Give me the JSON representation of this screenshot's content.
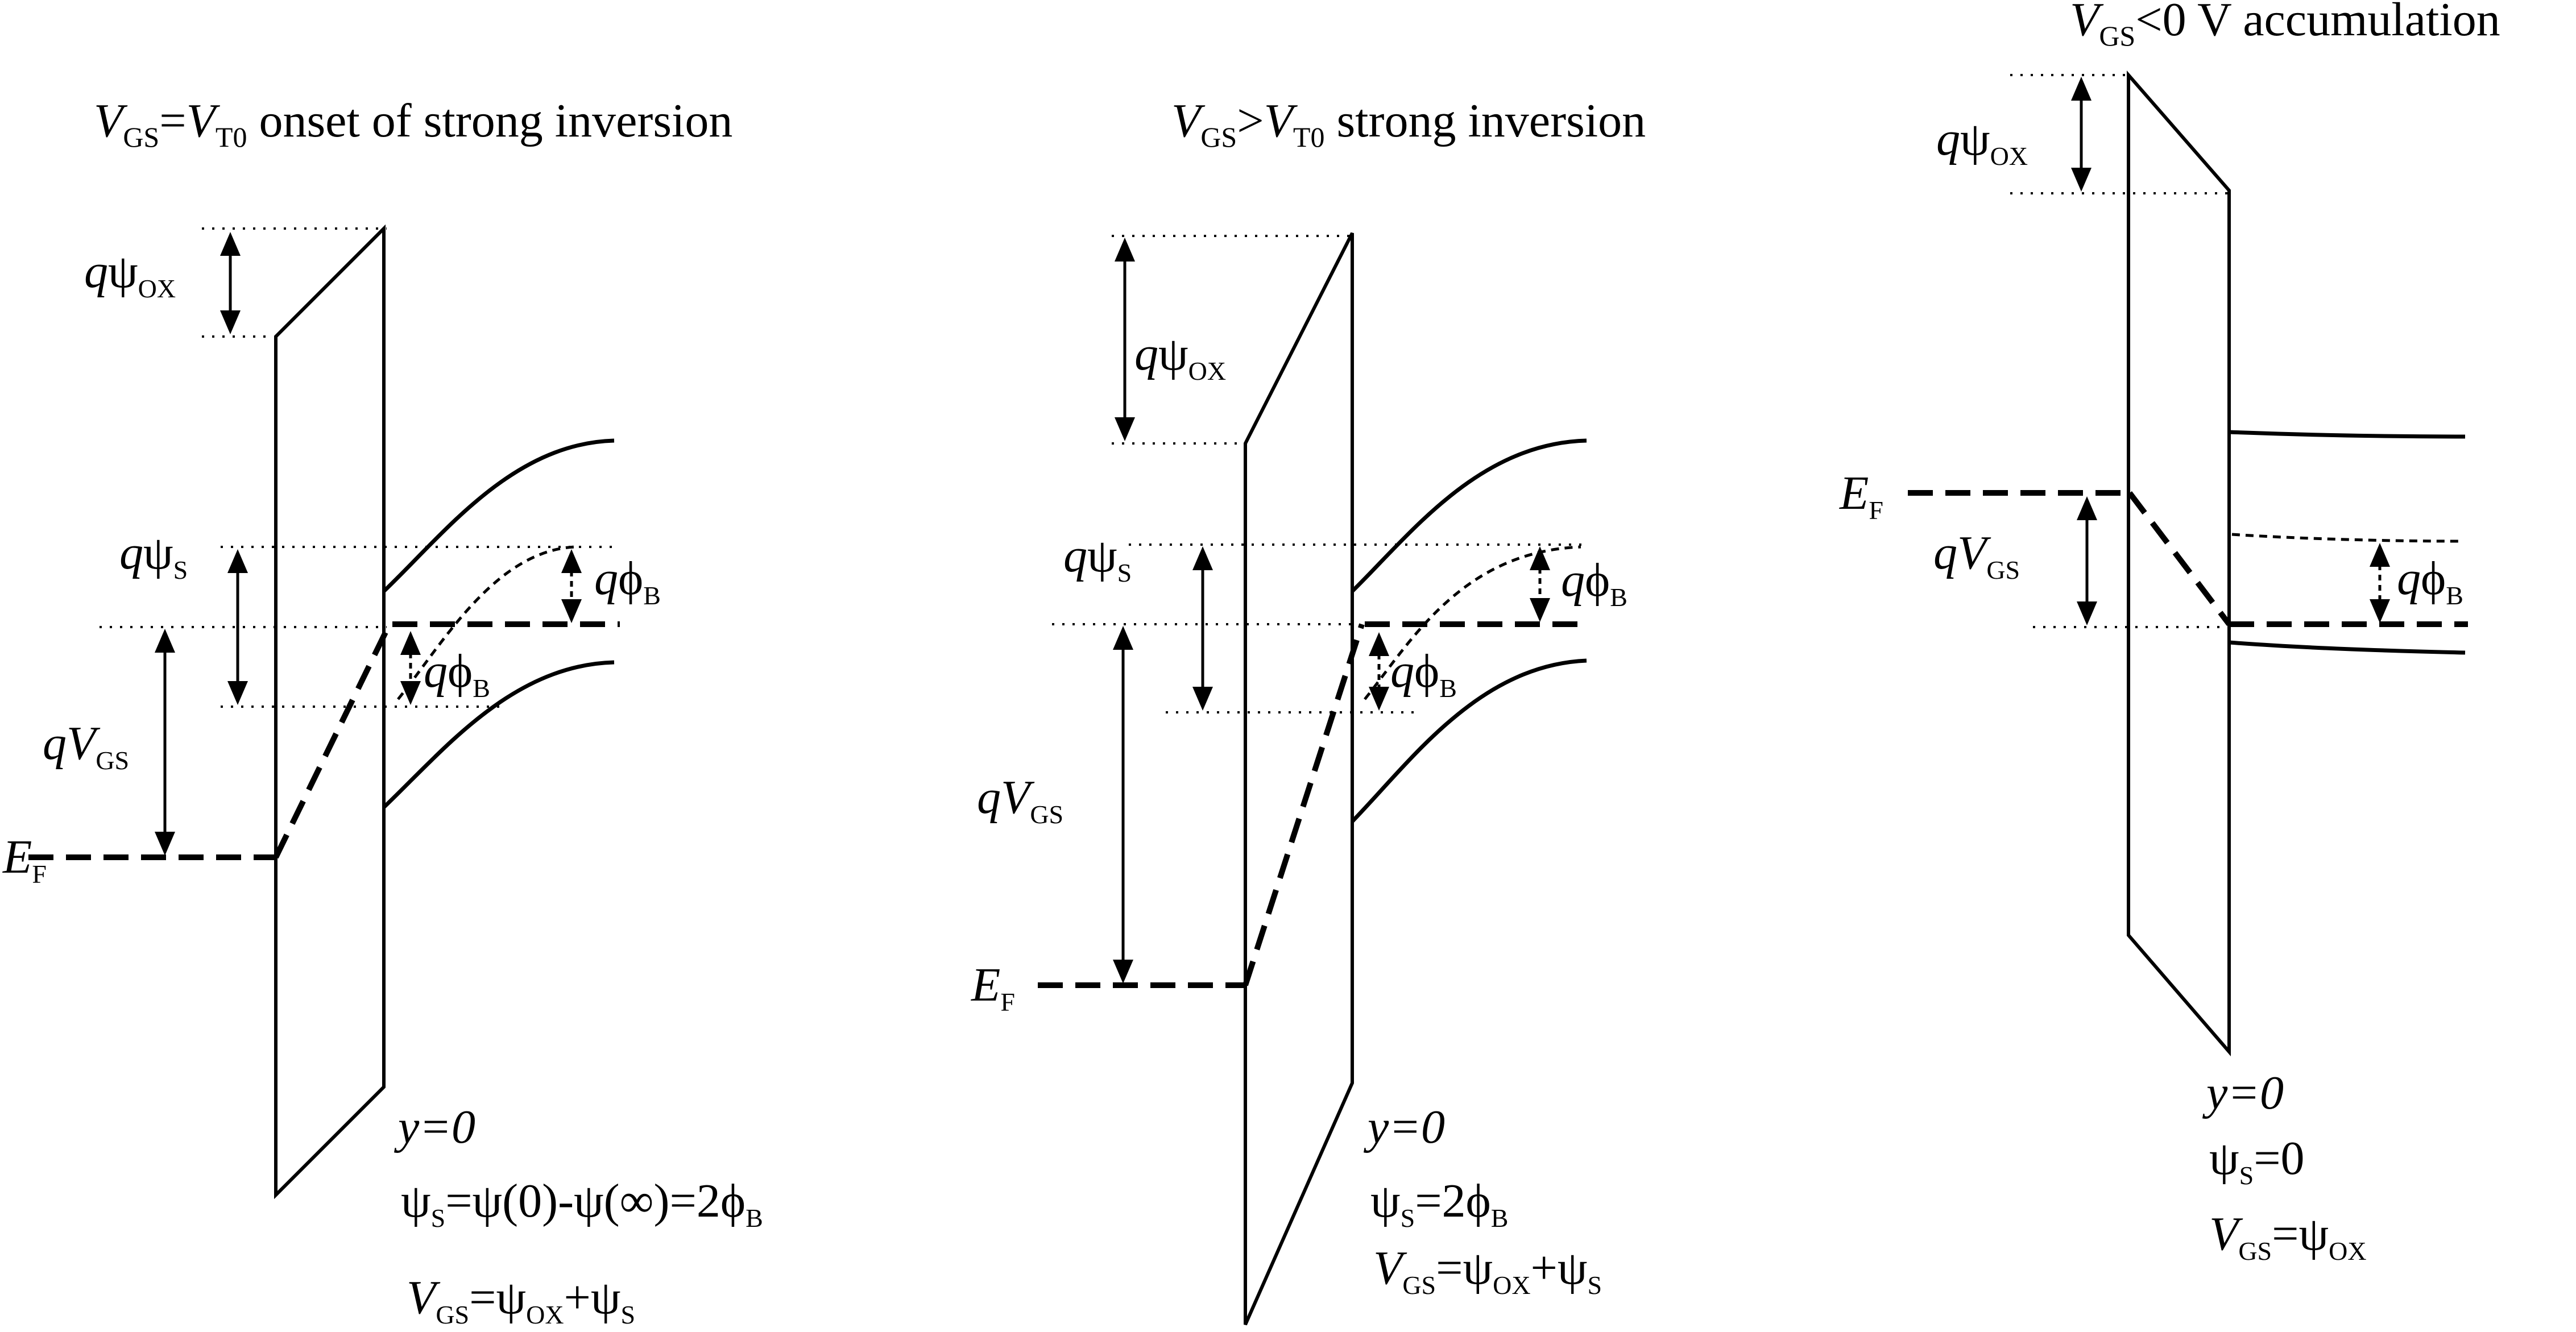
{
  "panels": [
    {
      "title": {
        "v": "V",
        "vsub": "GS",
        "eq": "=",
        "v2": "V",
        "v2sub": "T0",
        "text": " onset of strong inversion"
      },
      "labels": {
        "q": "q",
        "psi": "ψ",
        "ox": "OX",
        "s": "S",
        "v": "V",
        "gs": "GS",
        "e": "E",
        "f": "F",
        "phi": "ϕ",
        "b": "B"
      },
      "bottom": {
        "y0": "y=0",
        "line1": {
          "psi": "ψ",
          "s": "S",
          "rest": "=ψ(0)-ψ(∞)=2ϕ",
          "b": "B"
        },
        "line2": {
          "v": "V",
          "gs": "GS",
          "mid": "=ψ",
          "ox": "OX",
          "plus": "+ψ",
          "s": "S"
        }
      }
    },
    {
      "title": {
        "v": "V",
        "vsub": "GS",
        "eq": ">",
        "v2": "V",
        "v2sub": "T0",
        "text": " strong inversion"
      },
      "bottom": {
        "y0": "y=0",
        "line1": {
          "psi": "ψ",
          "s": "S",
          "rest": "=2ϕ",
          "b": "B"
        },
        "line2": {
          "v": "V",
          "gs": "GS",
          "mid": "=ψ",
          "ox": "OX",
          "plus": "+ψ",
          "s": "S"
        }
      }
    },
    {
      "title": {
        "v": "V",
        "vsub": "GS",
        "text": "<0 V accumulation"
      },
      "bottom": {
        "y0": "y=0",
        "line1": {
          "psi": "ψ",
          "s": "S",
          "rest": "=0"
        },
        "line2": {
          "v": "V",
          "gs": "GS",
          "mid": "=ψ",
          "ox": "OX"
        }
      }
    }
  ]
}
